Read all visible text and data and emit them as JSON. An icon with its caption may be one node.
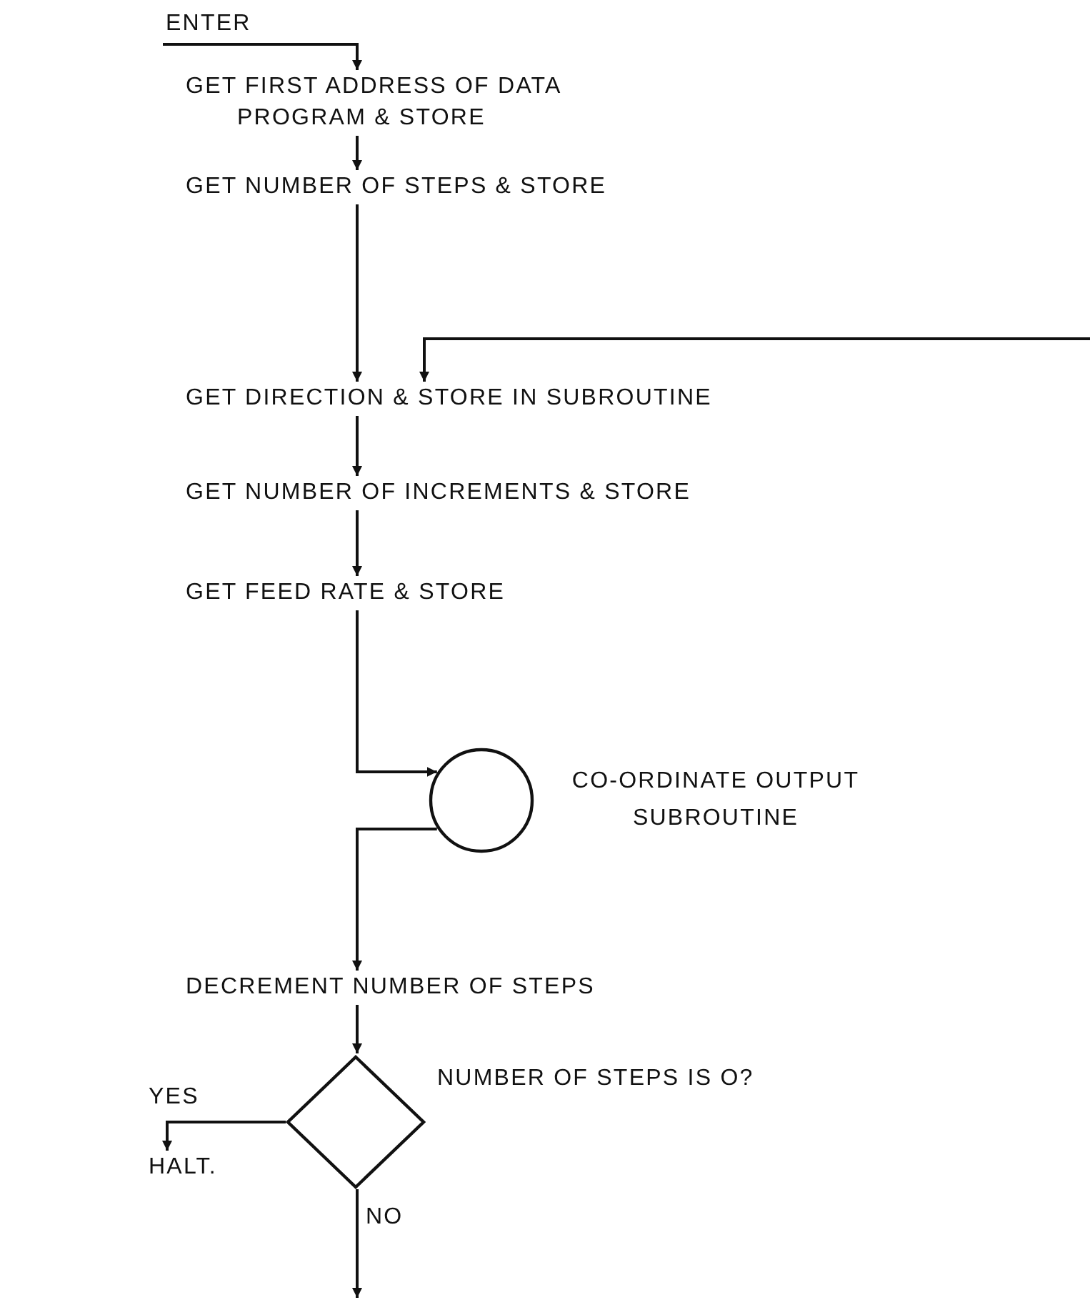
{
  "diagram": {
    "nodes": [
      {
        "text": [
          "ENTER"
        ]
      },
      {
        "text": [
          "GET FIRST ADDRESS OF DATA PROGRAM & STORE"
        ]
      },
      {
        "text": [
          "GET NUMBER OF STEPS & STORE"
        ]
      },
      {
        "text": [
          "GET DIRECTION & STORE IN SUBROUTINE"
        ]
      },
      {
        "text": [
          "GET NUMBER OF INCREMENTS & STORE"
        ]
      },
      {
        "text": [
          "GET FEED RATE & STORE"
        ]
      },
      {
        "text": [],
        "shape": "circle",
        "beside": [
          "CO-ORDINATE OUTPUT SUBROUTINE"
        ]
      },
      {
        "text": [
          "DECREMENT NUMBER OF STEPS"
        ]
      },
      {
        "text": [],
        "shape": "diamond",
        "beside": [
          "NUMBER OF STEPS IS O?"
        ]
      },
      {
        "text": [
          "HALT."
        ]
      }
    ],
    "edges": [
      {
        "from": 0,
        "to": 1,
        "arrow": "to"
      },
      {
        "from": 1,
        "to": 2,
        "arrow": "to"
      },
      {
        "from": 2,
        "to": 3,
        "arrow": "to"
      },
      {
        "from": null,
        "to": 3,
        "arrow": "to"
      },
      {
        "from": 3,
        "to": 4,
        "arrow": "to"
      },
      {
        "from": 4,
        "to": 5,
        "arrow": "to"
      },
      {
        "from": 5,
        "to": 6,
        "arrow": "to"
      },
      {
        "from": 6,
        "to": 7,
        "arrow": "to"
      },
      {
        "from": 7,
        "to": 8,
        "arrow": "to"
      },
      {
        "from": 8,
        "to": 9,
        "arrow": "to",
        "label": "YES"
      },
      {
        "from": 8,
        "to": null,
        "arrow": "to",
        "label": "NO"
      }
    ]
  }
}
